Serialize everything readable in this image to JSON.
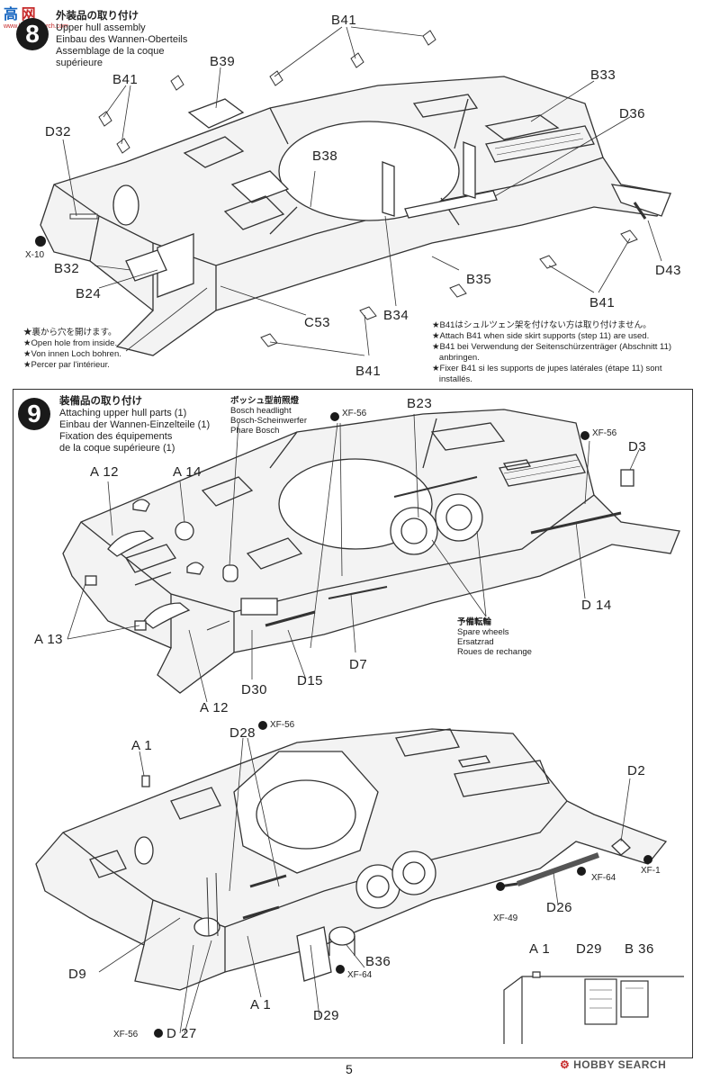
{
  "watermark_top_left": {
    "line1": "高",
    "line2": "网",
    "sub": "www.hobbysearch.com"
  },
  "step8": {
    "number": "8",
    "title_jp": "外装品の取り付け",
    "title_en": "Upper hull assembly",
    "title_de": "Einbau des Wannen-Oberteils",
    "title_fr": "Assemblage de la coque",
    "title_fr2": "supérieure",
    "labels": {
      "b41_top": "B41",
      "b39": "B39",
      "b41_left": "B41",
      "b33": "B33",
      "d32": "D32",
      "b38": "B38",
      "d36": "D36",
      "x10": "X-10",
      "b32": "B32",
      "b24": "B24",
      "b35": "B35",
      "d43": "D43",
      "b41_right": "B41",
      "c53": "C53",
      "b34": "B34",
      "b41_bottom": "B41"
    },
    "note_left": [
      "★裏から穴を開けます。",
      "★Open hole from inside.",
      "★Von innen Loch bohren.",
      "★Percer par l'intérieur."
    ],
    "note_right": [
      "★B41はシュルツェン架を付けない方は取り付けません。",
      "★Attach B41 when side skirt supports (step 11) are used.",
      "★B41 bei Verwendung der Seitenschürzenträger (Abschnitt 11)",
      "   anbringen.",
      "★Fixer B41 si les supports de jupes latérales (étape 11) sont",
      "   installés."
    ]
  },
  "step9": {
    "number": "9",
    "title_jp": "装備品の取り付け",
    "title_en": "Attaching upper hull parts (1)",
    "title_de": "Einbau der Wannen-Einzelteile (1)",
    "title_fr": "Fixation des équipements",
    "title_fr2": "de la coque supérieure (1)",
    "headlight": [
      "ボッシュ型前照燈",
      "Bosch headlight",
      "Bosch-Scheinwerfer",
      "Phare Bosch"
    ],
    "spare_wheels": [
      "予備転輪",
      "Spare wheels",
      "Ersatzrad",
      "Roues de rechange"
    ],
    "labels": {
      "xf56_a": "XF-56",
      "b23": "B23",
      "xf56_b": "XF-56",
      "d3": "D3",
      "a12_top": "A 12",
      "a14": "A 14",
      "a13": "A 13",
      "d14": "D 14",
      "d30": "D30",
      "d15": "D15",
      "d7": "D7",
      "a12_bottom": "A 12",
      "xf56_c": "XF-56",
      "d28": "D28",
      "a1_top": "A 1",
      "d2": "D2",
      "xf1": "XF-1",
      "xf64_a": "XF-64",
      "xf49": "XF-49",
      "d26": "D26",
      "b36": "B36",
      "xf64_b": "XF-64",
      "d9": "D9",
      "a1_bottom": "A 1",
      "d29": "D29",
      "xf56_d": "XF-56",
      "d27": "D 27",
      "inset_a1": "A 1",
      "inset_d29": "D29",
      "inset_b36": "B 36"
    }
  },
  "footer": {
    "page_number": "5",
    "watermark": "HOBBY SEARCH"
  }
}
